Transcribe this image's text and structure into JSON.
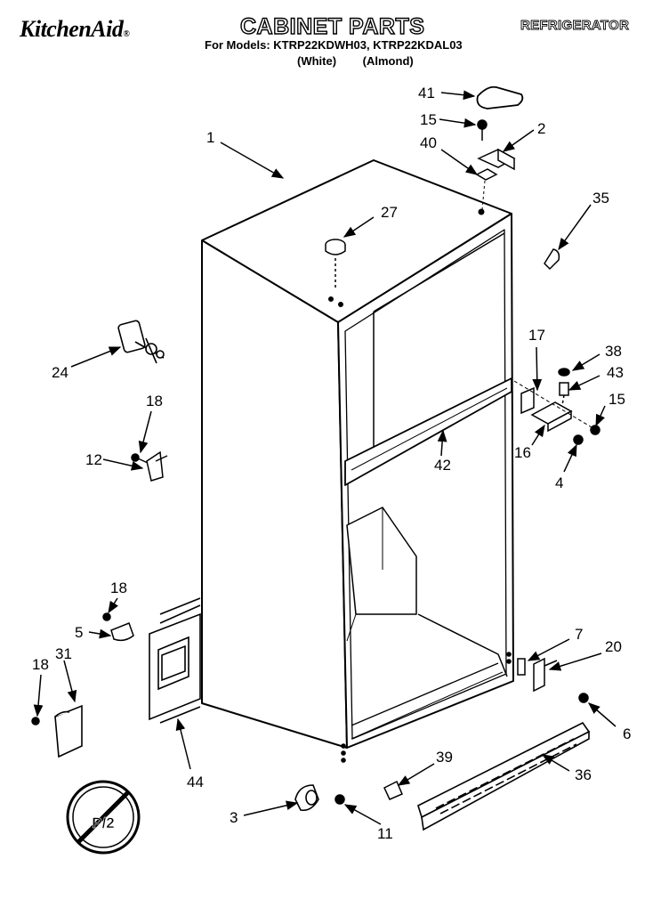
{
  "header": {
    "brand": "KitchenAid",
    "brand_mark": "®",
    "title": "CABINET PARTS",
    "section": "REFRIGERATOR",
    "models_line": "For Models: KTRP22KDWH03, KTRP22KDAL03",
    "variant_1": "(White)",
    "variant_2": "(Almond)"
  },
  "diagram": {
    "callouts": [
      "1",
      "2",
      "3",
      "4",
      "5",
      "6",
      "7",
      "11",
      "12",
      "15",
      "15",
      "16",
      "17",
      "18",
      "18",
      "18",
      "20",
      "24",
      "27",
      "31",
      "35",
      "36",
      "38",
      "39",
      "40",
      "41",
      "42",
      "43",
      "44"
    ],
    "stamp_label": "P/2"
  }
}
